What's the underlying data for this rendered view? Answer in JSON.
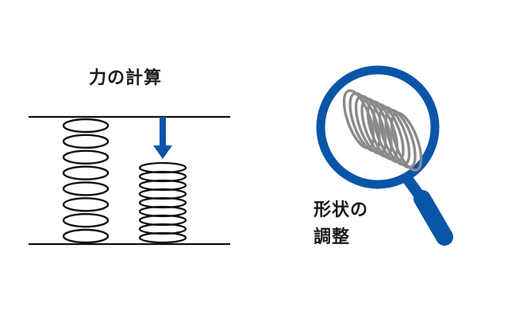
{
  "left_panel": {
    "title": "力の計算"
  },
  "right_panel": {
    "label_line1": "形状の",
    "label_line2": "調整"
  },
  "colors": {
    "line": "#111111",
    "accent_blue": "#0b55a8",
    "spring_gray": "#8a8a8a"
  },
  "icons": {
    "arrow": "down-arrow-icon",
    "magnifier": "magnifying-glass-icon",
    "spring": "spring-icon"
  }
}
